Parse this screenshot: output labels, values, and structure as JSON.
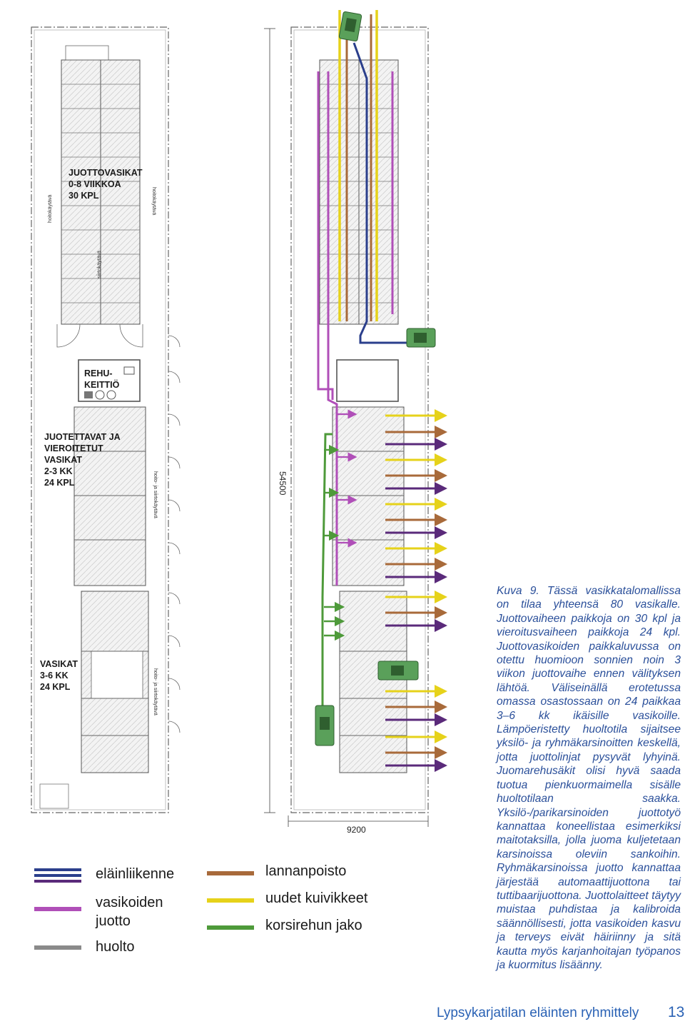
{
  "left_plan": {
    "zone1": {
      "line1": "JUOTTOVASIKAT",
      "line2": "0-8 VIIKKOA",
      "line3": "30 KPL"
    },
    "feed_kitchen": {
      "line1": "REHU-",
      "line2": "KEITTIÖ"
    },
    "zone2": {
      "line1": "JUOTETTAVAT JA",
      "line2": "VIEROITETUT",
      "line3": "VASIKAT",
      "line4": "2-3 KK",
      "line5": "24 KPL"
    },
    "zone3": {
      "line1": "VASIKAT",
      "line2": "3-6 KK",
      "line3": "24 KPL"
    },
    "aisle_left": "hoitokäytävä",
    "aisle_right": "hoitokäytävä",
    "aisle_center": "siirtokäytävä",
    "aisle_hoito1": "hoito- ja siirtokäytävä",
    "aisle_hoito2": "hoito- ja siirtokäytävä",
    "dim_length": "54500",
    "dim_width": "9200"
  },
  "legend": {
    "animal_traffic": "eläinliikenne",
    "calf_feeding_1": "vasikoiden",
    "calf_feeding_2": "juotto",
    "maintenance": "huolto",
    "manure_removal": "lannanpoisto",
    "new_bedding": "uudet kuivikkeet",
    "roughage": "korsirehun jako"
  },
  "colors": {
    "animal_traffic_a": "#2b3f8c",
    "animal_traffic_b": "#5a2a7a",
    "calf_feeding": "#b04fb8",
    "maintenance": "#8a8a8a",
    "manure_removal": "#a86a3a",
    "new_bedding": "#e6d21a",
    "roughage": "#4e9a3a"
  },
  "caption": "Kuva 9. Tässä vasikkatalomallissa on tilaa yhteensä 80 vasikalle. Juottovaiheen paikkoja on 30 kpl ja vieroitusvaiheen paikkoja 24 kpl. Juottovasikoiden paikkaluvussa on otettu huomioon sonnien noin 3 viikon juottovaihe ennen välityksen lähtöä. Väliseinällä erotetussa omassa osastossaan on 24 paikkaa 3–6 kk ikäisille vasikoille. Lämpöeristetty huoltotila sijaitsee yksilö- ja ryhmäkarsinoitten keskellä, jotta juottolinjat pysyvät lyhyinä. Juomarehusäkit olisi hyvä saada tuotua pienkuormaimella sisälle huoltotilaan saakka. Yksilö-/parikarsinoiden juottotyö kannattaa koneellistaa esimerkiksi maitotaksilla, jolla juoma kuljetetaan karsinoissa oleviin sankoihin. Ryhmäkarsinoissa juotto kannattaa järjestää automaattijuottona tai tuttibaarijuottona. Juottolaitteet täytyy muistaa puhdistaa ja kalibroida säännöllisesti, jotta vasikoiden kasvu ja terveys eivät häiriinny ja sitä kautta myös karjanhoitajan työpanos ja kuormitus lisäänny.",
  "footer": {
    "title": "Lypsykarjatilan eläinten ryhmittely",
    "page": "13"
  }
}
